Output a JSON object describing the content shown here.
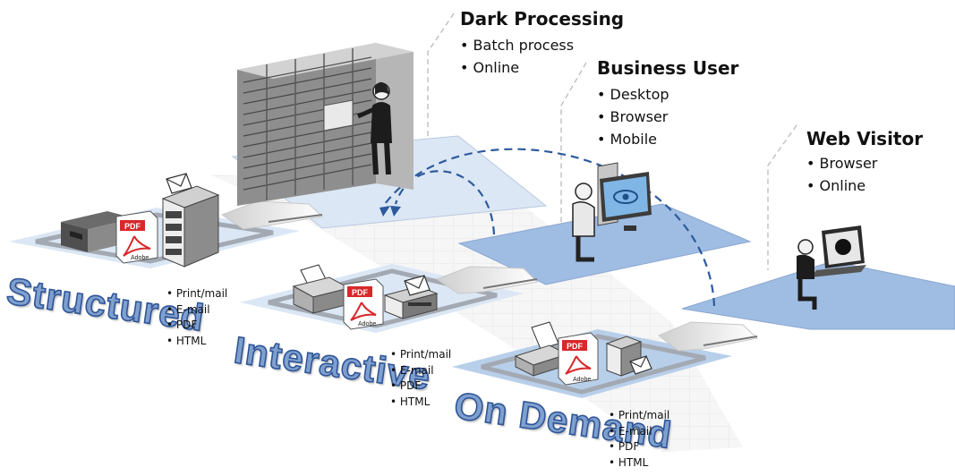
{
  "colors": {
    "platform_light": "#dbe7f5",
    "platform_blue": "#9fbde3",
    "platform_border": "#a3a9b2",
    "arc": "#2e5a9c",
    "title_fill": "#7fa0cf",
    "title_stroke": "#2f5597",
    "pdf_red": "#d8282a"
  },
  "icons": [
    "server-rack-icon",
    "person-icon",
    "envelope-icon",
    "printer-icon",
    "pdf-document-icon",
    "computer-monitor-icon",
    "laptop-icon",
    "adobe-acrobat-icon"
  ],
  "roles": {
    "dark_processing": {
      "title": "Dark Processing",
      "items": [
        "Batch process",
        "Online"
      ]
    },
    "business_user": {
      "title": "Business User",
      "items": [
        "Desktop",
        "Browser",
        "Mobile"
      ]
    },
    "web_visitor": {
      "title": "Web Visitor",
      "items": [
        "Browser",
        "Online"
      ]
    }
  },
  "modes": {
    "structured": {
      "title": "Structured",
      "items": [
        "Print/mail",
        "E-mail",
        "PDF",
        "HTML"
      ]
    },
    "interactive": {
      "title": "Interactive",
      "items": [
        "Print/mail",
        "E-mail",
        "PDF",
        "HTML"
      ]
    },
    "on_demand": {
      "title": "On Demand",
      "items": [
        "Print/mail",
        "E-mail",
        "PDF",
        "HTML"
      ]
    }
  },
  "doc_labels": {
    "pdf": "PDF",
    "adobe": "Adobe"
  }
}
